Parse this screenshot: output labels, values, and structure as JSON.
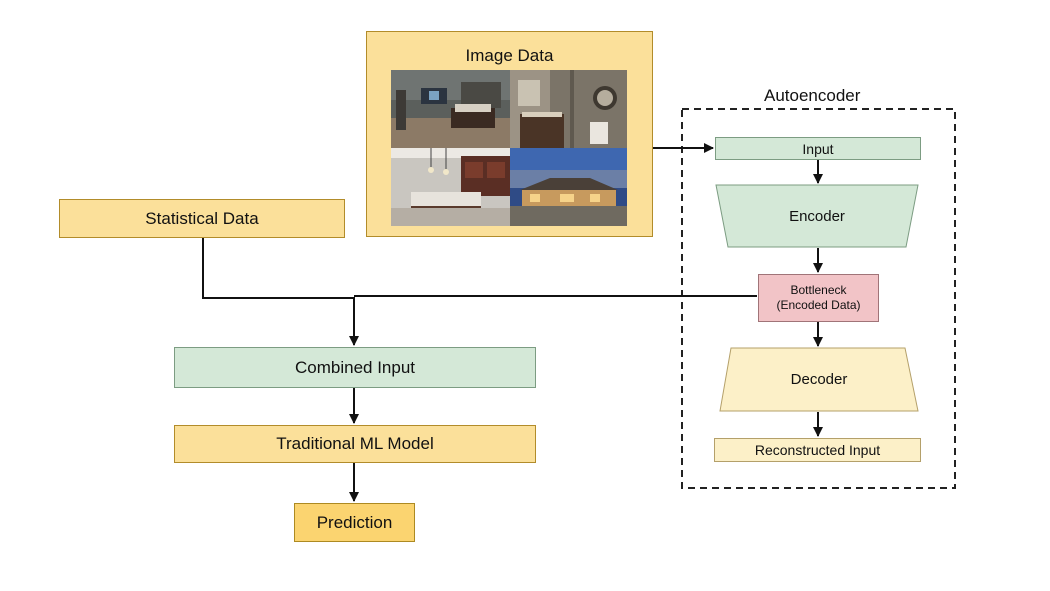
{
  "image_data": {
    "title": "Image Data"
  },
  "statistical": {
    "label": "Statistical Data"
  },
  "combined": {
    "label": "Combined Input"
  },
  "model": {
    "label": "Traditional ML Model"
  },
  "prediction": {
    "label": "Prediction"
  },
  "autoencoder": {
    "title": "Autoencoder",
    "input": "Input",
    "encoder": "Encoder",
    "bottleneck_line1": "Bottleneck",
    "bottleneck_line2": "(Encoded Data)",
    "decoder": "Decoder",
    "reconstructed": "Reconstructed Input"
  },
  "colors": {
    "yellow": "#fbe09a",
    "green": "#d4e8d7",
    "pink": "#f2c4c7",
    "cream": "#fcf0c8",
    "prediction": "#fbd470"
  }
}
